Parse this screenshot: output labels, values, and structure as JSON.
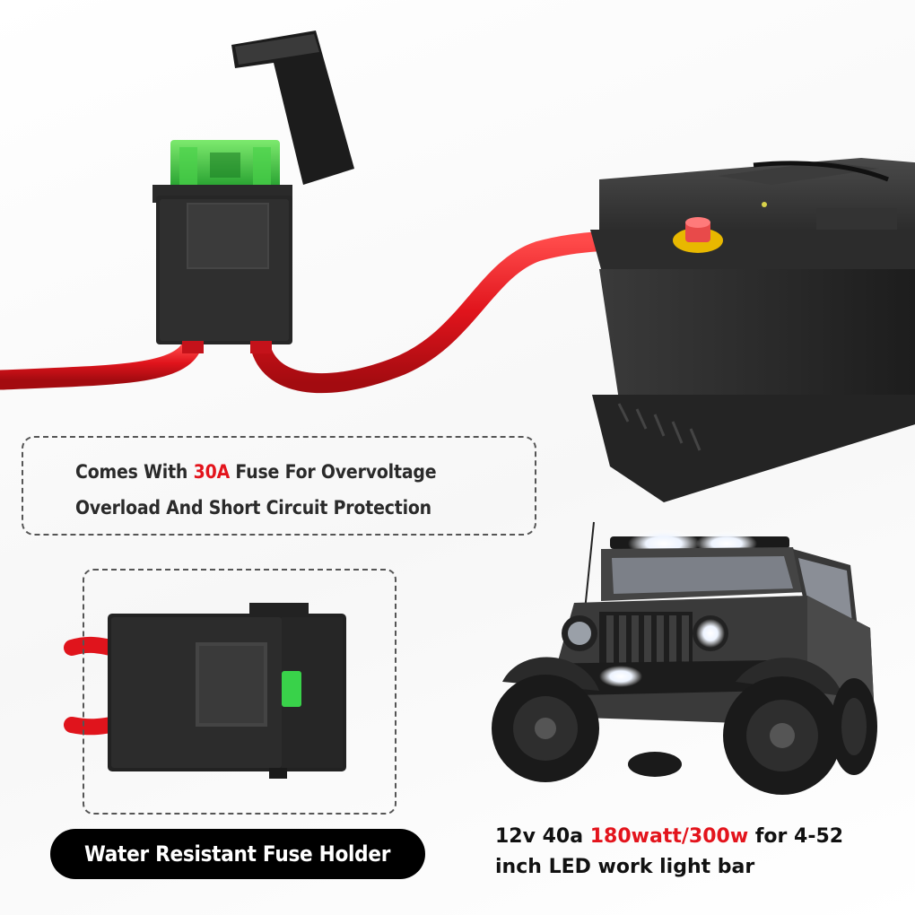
{
  "callout": {
    "line1_before": "Comes With ",
    "line1_highlight": "30A",
    "line1_after": " Fuse For Overvoltage",
    "line2": "Overload And Short Circuit Protection"
  },
  "label": {
    "fuse_holder": "Water Resistant Fuse Holder"
  },
  "spec": {
    "prefix": "12v 40a ",
    "highlight": "180watt/300w",
    "suffix": " for 4-52",
    "line2": "inch LED work light bar"
  },
  "colors": {
    "highlight": "#e3141c",
    "wire": "#e0141c",
    "fuse": "#2fbf3a"
  }
}
